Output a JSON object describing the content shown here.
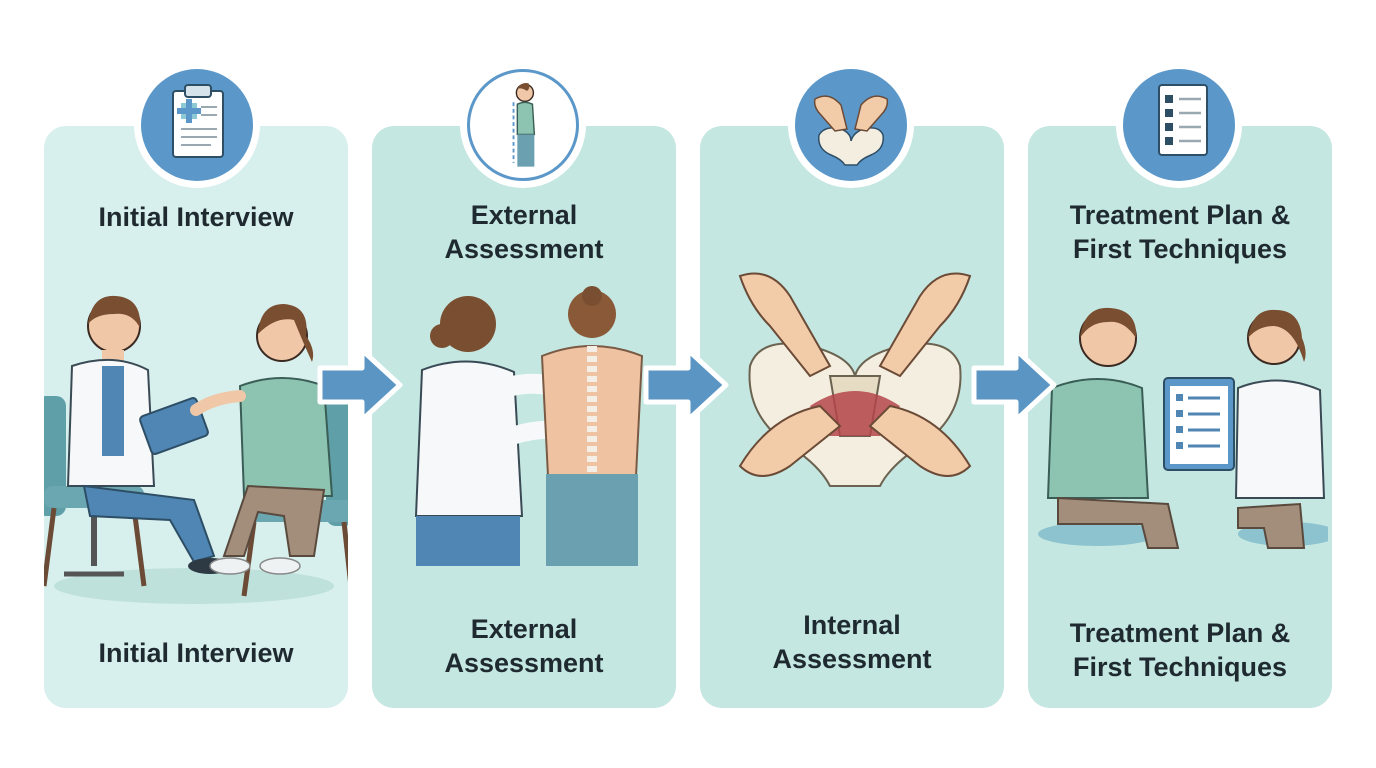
{
  "steps": [
    {
      "title_lines": [
        "Initial Interview"
      ],
      "caption_lines": [
        "Initial Interview"
      ],
      "icon": "clipboard-medical-icon"
    },
    {
      "title_lines": [
        "External",
        "Assessment"
      ],
      "caption_lines": [
        "External",
        "Assessment"
      ],
      "icon": "posture-profile-icon"
    },
    {
      "title_lines": [],
      "caption_lines": [
        "Internal",
        "Assessment"
      ],
      "icon": "hands-on-pelvis-icon"
    },
    {
      "title_lines": [
        "Treatment Plan &",
        "First Techniques"
      ],
      "caption_lines": [
        "Treatment Plan &",
        "First Techniques"
      ],
      "icon": "checklist-icon"
    }
  ],
  "colors": {
    "panel_first": "#d7efed",
    "panel": "#c4e7e1",
    "badge_blue": "#5b98c9",
    "arrow_blue": "#5b95c4",
    "text": "#1f2a30"
  }
}
